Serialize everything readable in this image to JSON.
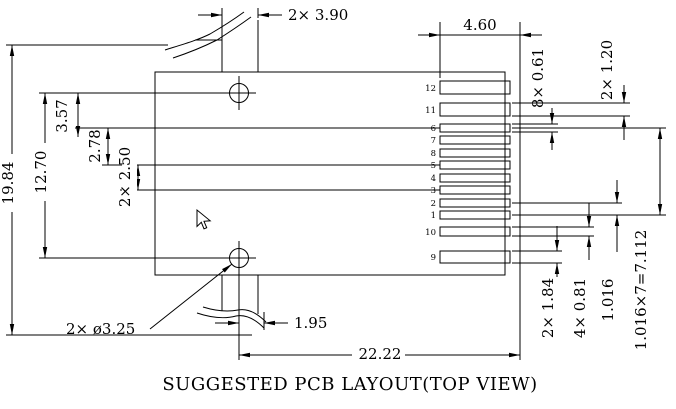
{
  "title": "SUGGESTED PCB LAYOUT(TOP VIEW)",
  "pins": [
    "12",
    "11",
    "6",
    "7",
    "8",
    "5",
    "4",
    "3",
    "2",
    "1",
    "10",
    "9"
  ],
  "dims": {
    "total_height": "19.84",
    "hole_spacing": "12.70",
    "d3_57": "3.57",
    "d2_78": "2.78",
    "d2_50": "2× 2.50",
    "tab_width": "2× 3.90",
    "pad_length": "4.60",
    "pad_w_small": "8× 0.61",
    "pad_w_large": "2× 1.20",
    "hole_dia": "2× ø3.25",
    "d1_95": "1.95",
    "total_width": "22.22",
    "d1_84": "2× 1.84",
    "d0_81": "4× 0.81",
    "pitch": "1.016",
    "pitch_total": "1.016×7=7.112"
  },
  "colors": {
    "line": "#000000",
    "background": "#ffffff"
  }
}
